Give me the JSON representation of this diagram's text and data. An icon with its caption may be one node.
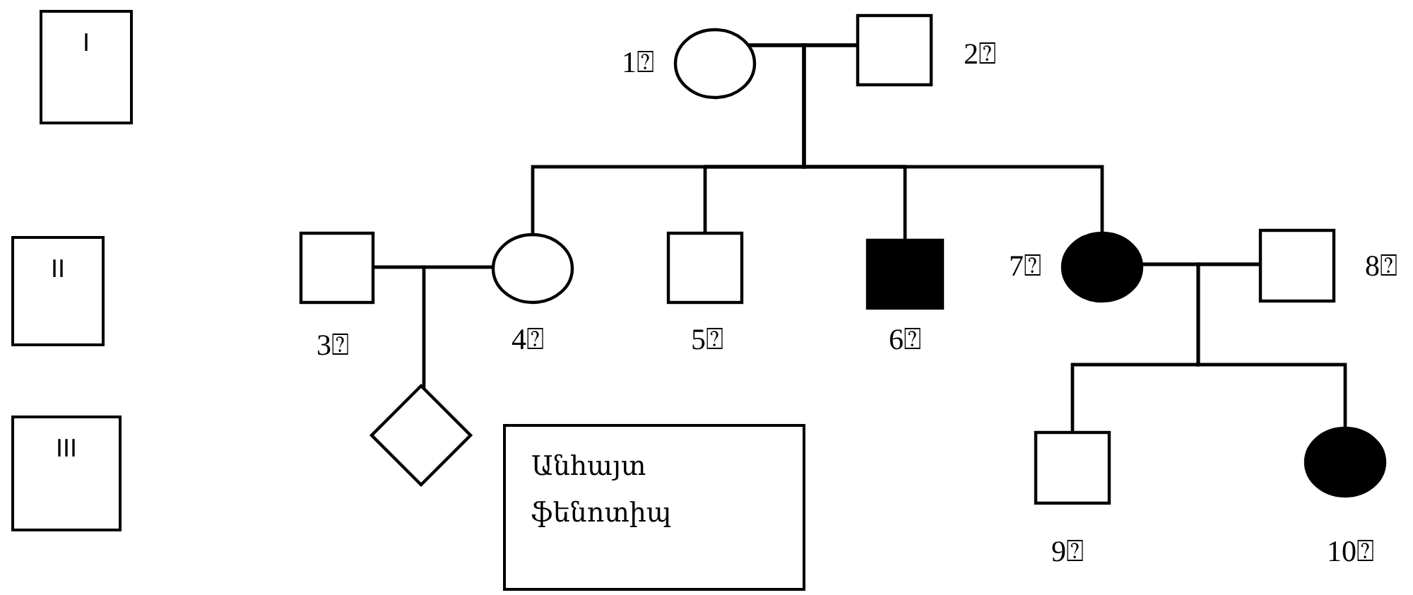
{
  "diagram": {
    "nodes": [
      {
        "text": [
          "I"
        ]
      },
      {
        "text": [
          "II"
        ]
      },
      {
        "text": [
          "III"
        ]
      },
      {
        "text": [],
        "shape": "circle",
        "beside": [
          "1⍰"
        ]
      },
      {
        "text": [],
        "shape": "box",
        "beside": [
          "2⍰"
        ]
      },
      {
        "text": [],
        "shape": "box",
        "beside": [
          "3⍰"
        ]
      },
      {
        "text": [],
        "shape": "circle",
        "beside": [
          "4⍰"
        ]
      },
      {
        "text": [],
        "shape": "box",
        "beside": [
          "5⍰"
        ]
      },
      {
        "text": [],
        "shape": "block",
        "beside": [
          "6⍰"
        ]
      },
      {
        "text": [],
        "shape": "disc",
        "beside": [
          "7⍰"
        ]
      },
      {
        "text": [],
        "shape": "box",
        "beside": [
          "8⍰"
        ]
      },
      {
        "text": [],
        "shape": "diamond"
      },
      {
        "text": [
          "Անհայտ ֆենոտիպ"
        ]
      },
      {
        "text": [],
        "shape": "box",
        "beside": [
          "9⍰"
        ]
      },
      {
        "text": [],
        "shape": "disc",
        "beside": [
          "10⍰"
        ]
      }
    ],
    "edges": [
      {
        "from": 3,
        "to": 4,
        "arrow": "none"
      },
      {
        "from": 3,
        "to": 6,
        "arrow": "none"
      },
      {
        "from": 4,
        "to": 6,
        "arrow": "none"
      },
      {
        "from": 3,
        "to": 7,
        "arrow": "none"
      },
      {
        "from": 4,
        "to": 7,
        "arrow": "none"
      },
      {
        "from": 3,
        "to": 8,
        "arrow": "none"
      },
      {
        "from": 4,
        "to": 8,
        "arrow": "none"
      },
      {
        "from": 3,
        "to": 9,
        "arrow": "none"
      },
      {
        "from": 4,
        "to": 9,
        "arrow": "none"
      },
      {
        "from": 5,
        "to": 6,
        "arrow": "none"
      },
      {
        "from": 5,
        "to": 11,
        "arrow": "none"
      },
      {
        "from": 6,
        "to": 11,
        "arrow": "none"
      },
      {
        "from": 9,
        "to": 10,
        "arrow": "none"
      },
      {
        "from": 9,
        "to": 13,
        "arrow": "none"
      },
      {
        "from": 10,
        "to": 13,
        "arrow": "none"
      },
      {
        "from": 9,
        "to": 14,
        "arrow": "none"
      },
      {
        "from": 10,
        "to": 14,
        "arrow": "none"
      }
    ]
  }
}
